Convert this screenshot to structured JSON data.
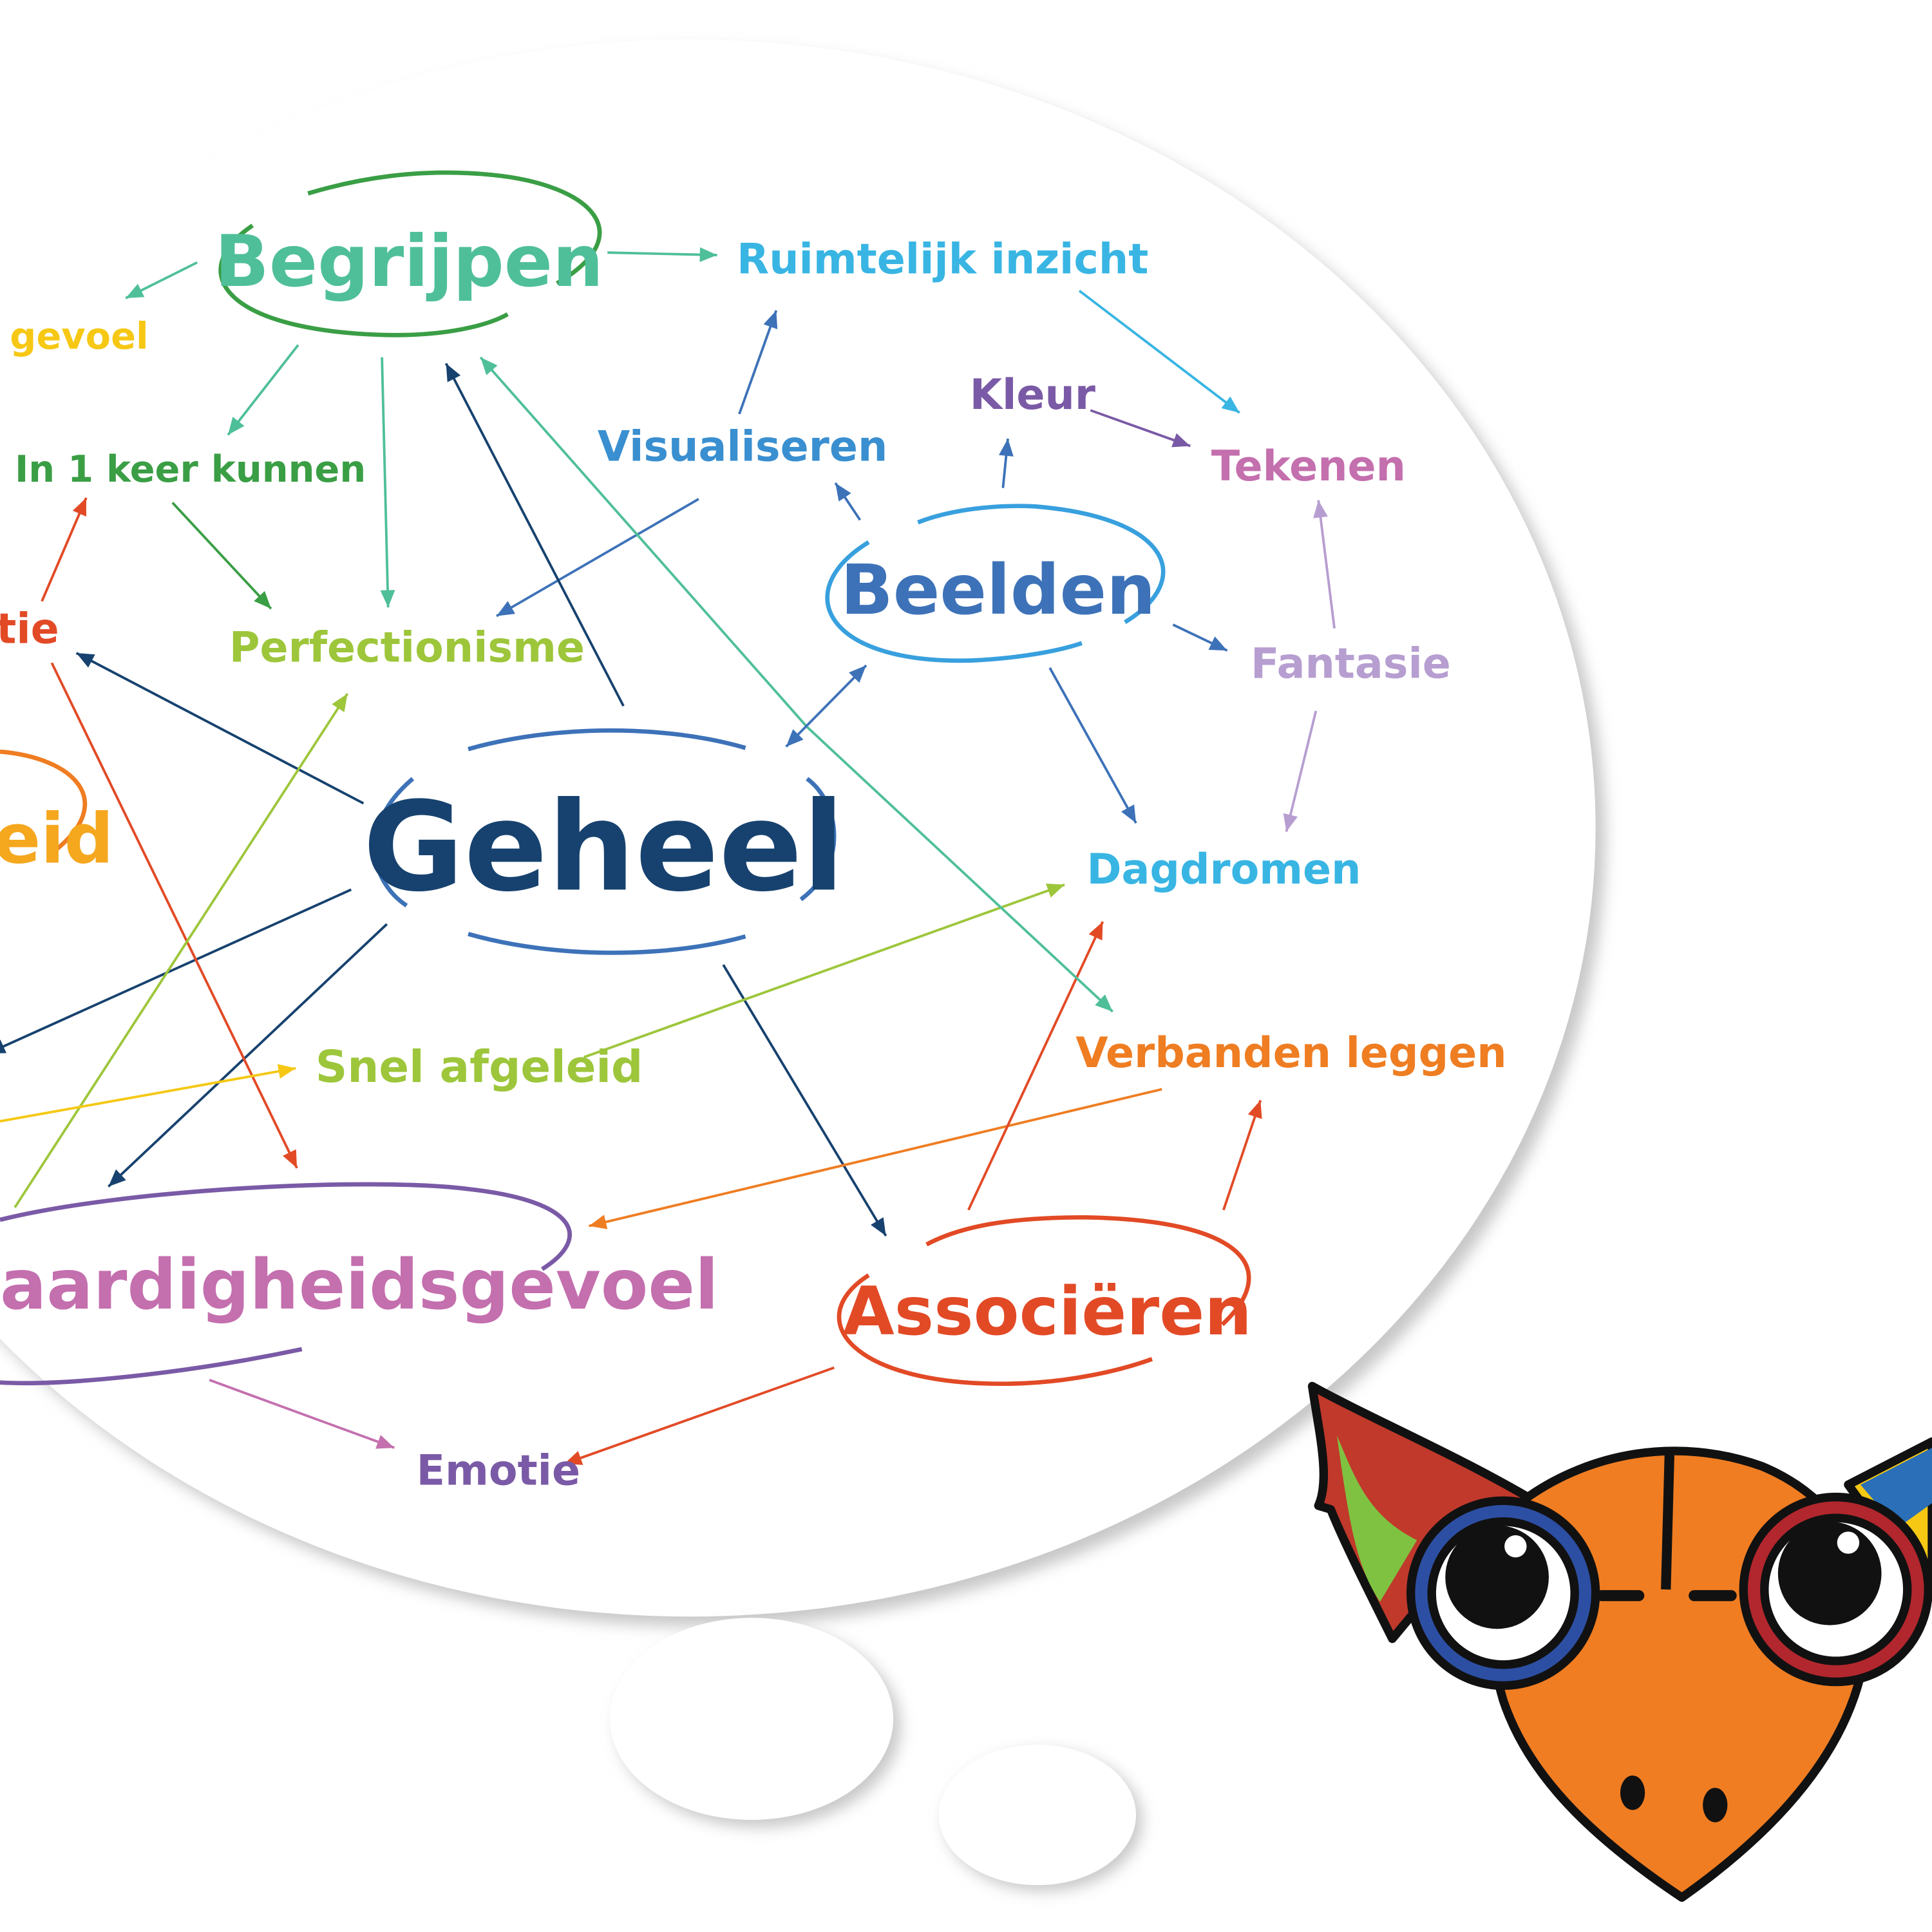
{
  "nodes": {
    "geheel": "Geheel",
    "begrijpen": "Begrijpen",
    "beelden": "Beelden",
    "associeren": "Associëren",
    "vaardigheid": "aardigheidsgevoel",
    "eid": "eid",
    "gevoel": "gevoel",
    "ruimtelijk": "Ruimtelijk inzicht",
    "kleur": "Kleur",
    "tekenen": "Tekenen",
    "visualiseren": "Visualiseren",
    "in1keer": "In 1 keer kunnen",
    "tie": "tie",
    "perfectionisme": "Perfectionisme",
    "fantasie": "Fantasie",
    "dagdromen": "Dagdromen",
    "snel": "Snel afgeleid",
    "verbanden": "Verbanden leggen",
    "emotie": "Emotie"
  },
  "colors": {
    "navy": "#17426f",
    "blue": "#3d72b8",
    "teal": "#4fbf9a",
    "green": "#3a9e45",
    "lime": "#9dc63b",
    "cyan": "#38b5e3",
    "purple": "#7a5aa6",
    "pink": "#c46fae",
    "lilac": "#b79ed0",
    "orange": "#ef7d22",
    "red": "#e24a26",
    "yellow": "#f6c814",
    "amber": "#f5a71e"
  }
}
